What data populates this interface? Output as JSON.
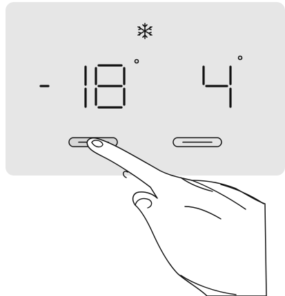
{
  "display": {
    "mode_icon": "snowflake-icon",
    "freezer": {
      "sign": "-",
      "digits": "18",
      "unit": "°"
    },
    "fridge": {
      "digits": "4",
      "unit": "°"
    }
  },
  "buttons": [
    {
      "name": "freezer-set-button",
      "state": "pressed"
    },
    {
      "name": "fridge-set-button",
      "state": "idle"
    }
  ],
  "colors": {
    "panel": "#e6e6e6",
    "segment": "#111111",
    "background": "#ffffff"
  }
}
